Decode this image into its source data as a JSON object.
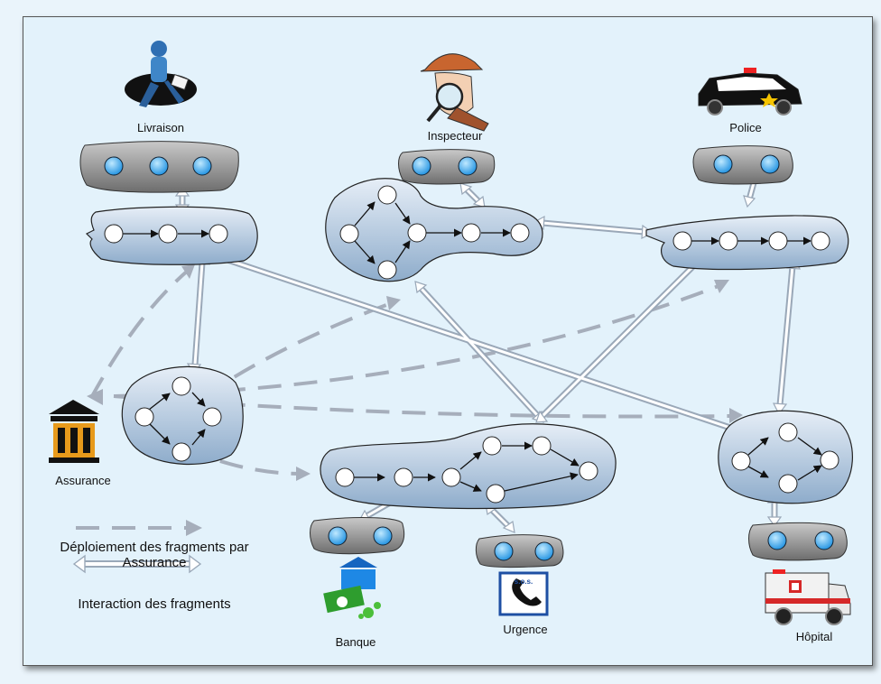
{
  "actors": {
    "livraison": "Livraison",
    "inspecteur": "Inspecteur",
    "police": "Police",
    "assurance": "Assurance",
    "banque": "Banque",
    "urgence": "Urgence",
    "hopital": "Hôpital"
  },
  "icons": {
    "livraison": "delivery-person-icon",
    "inspecteur": "detective-icon",
    "police": "police-car-icon",
    "assurance": "bank-building-icon",
    "banque": "money-bank-icon",
    "urgence": "sos-phone-icon",
    "hopital": "ambulance-icon"
  },
  "urgence_sign": "s.o.s.",
  "legend": {
    "deploy_line1": "Déploiement des fragments par",
    "deploy_line2": "Assurance",
    "interaction": "Interaction des fragments"
  },
  "colors": {
    "fragment_fill": "#b9cfe6",
    "node_fill": "#ffffff",
    "dashed_arrow": "#a6aebb",
    "token_fill": "#3aa6ee"
  }
}
